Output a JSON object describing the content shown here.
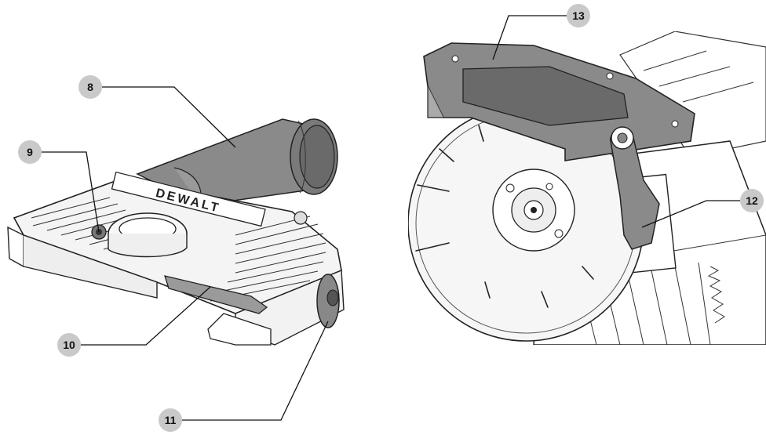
{
  "callouts": [
    {
      "id": "c8",
      "label": "8"
    },
    {
      "id": "c9",
      "label": "9"
    },
    {
      "id": "c10",
      "label": "10"
    },
    {
      "id": "c11",
      "label": "11"
    },
    {
      "id": "c12",
      "label": "12"
    },
    {
      "id": "c13",
      "label": "13"
    }
  ],
  "brand": {
    "logo_text": "DEWALT"
  },
  "colors": {
    "part_dark": "#8a8a8a",
    "part_light": "#f4f4f4",
    "callout_fill": "#c9c9c9",
    "outline": "#222222"
  }
}
